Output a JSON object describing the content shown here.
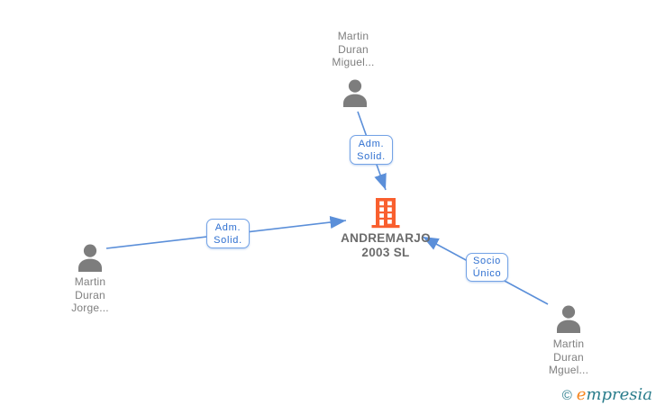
{
  "colors": {
    "edge_blue": "#5b8fd9",
    "box_border_blue": "#74a3e6",
    "box_text_blue": "#2e6fd0",
    "person_gray": "#7d7d7d",
    "label_gray": "#7f7f7f",
    "company_name_gray": "#6b6b6b",
    "building_orange": "#f95f2e",
    "logo_teal": "#2a7d8c",
    "logo_orange": "#f6861f"
  },
  "diagram": {
    "company": {
      "name_line1": "ANDREMARJO",
      "name_line2": "2003 SL"
    },
    "persons": {
      "top": {
        "name_line1": "Martin",
        "name_line2": "Duran",
        "name_line3": "Miguel..."
      },
      "left": {
        "name_line1": "Martin",
        "name_line2": "Duran",
        "name_line3": "Jorge..."
      },
      "bottom_right": {
        "name_line1": "Martin",
        "name_line2": "Duran",
        "name_line3": "Mguel..."
      }
    },
    "relations": {
      "top_adm": {
        "line1": "Adm.",
        "line2": "Solid."
      },
      "left_adm": {
        "line1": "Adm.",
        "line2": "Solid."
      },
      "right_socio": {
        "line1": "Socio",
        "line2": "Único"
      }
    }
  },
  "footer": {
    "copyright": "©",
    "brand_first_letter": "e",
    "brand_rest": "mpresia"
  }
}
